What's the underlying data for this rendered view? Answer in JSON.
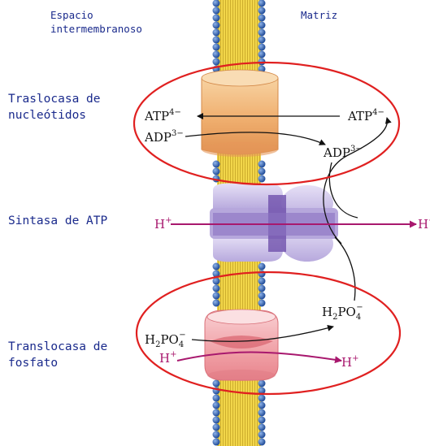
{
  "region_labels": {
    "intermembrane": [
      "Espacio",
      "intermembranoso"
    ],
    "matrix": "Matriz"
  },
  "proteins": {
    "nucleotide_translocase": {
      "label": [
        "Traslocasa de",
        "nucleótidos"
      ],
      "atp_left": {
        "base": "ATP",
        "sup": "4−"
      },
      "adp_left": {
        "base": "ADP",
        "sup": "3−"
      },
      "atp_right": {
        "base": "ATP",
        "sup": "4−"
      },
      "adp_right": {
        "base": "ADP",
        "sup": "3−"
      }
    },
    "atp_synthase": {
      "label": "Sintasa de ATP",
      "h_left": {
        "base": "H",
        "sup": "+"
      },
      "h_right": {
        "base": "H",
        "sup": "+"
      }
    },
    "phosphate_translocase": {
      "label": [
        "Translocasa de",
        "fosfato"
      ],
      "h2po4_left": {
        "base": "H",
        "sub1": "2",
        "mid": "PO",
        "sub2": "4",
        "sup": "−"
      },
      "h2po4_right": {
        "base": "H",
        "sub1": "2",
        "mid": "PO",
        "sub2": "4",
        "sup": "−"
      },
      "h_left": {
        "base": "H",
        "sup": "+"
      },
      "h_right": {
        "base": "H",
        "sup": "+"
      }
    }
  },
  "colors": {
    "label_blue": "#1a2a8c",
    "highlight_red": "#e02020",
    "membrane_yellow": "#f2d64a",
    "head_blue": "#2f5fb0",
    "translocase_orange": "#f0b070",
    "synthase_lavender": "#c8bde6",
    "phosphate_pink": "#f0a6ac",
    "proton_arrow": "#a8186e"
  }
}
